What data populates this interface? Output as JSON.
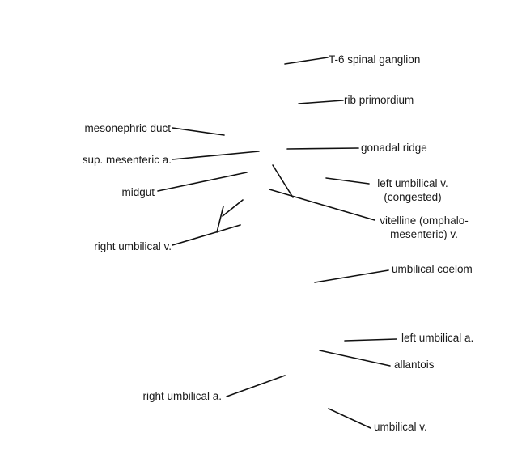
{
  "labels": {
    "t6_spinal_ganglion": "T-6 spinal ganglion",
    "rib_primordium": "rib primordium",
    "mesonephric_duct": "mesonephric duct",
    "sup_mesenteric_a": "sup. mesenteric a.",
    "gonadal_ridge": "gonadal ridge",
    "midgut": "midgut",
    "left_umbilical_v_line1": "left umbilical v.",
    "left_umbilical_v_line2": "(congested)",
    "vitelline_line1": "vitelline (omphalo-",
    "vitelline_line2": "mesenteric) v.",
    "right_umbilical_v": "right umbilical v.",
    "umbilical_coelom": "umbilical coelom",
    "left_umbilical_a": "left umbilical a.",
    "allantois": "allantois",
    "right_umbilical_a": "right umbilical a.",
    "umbilical_v": "umbilical v."
  }
}
